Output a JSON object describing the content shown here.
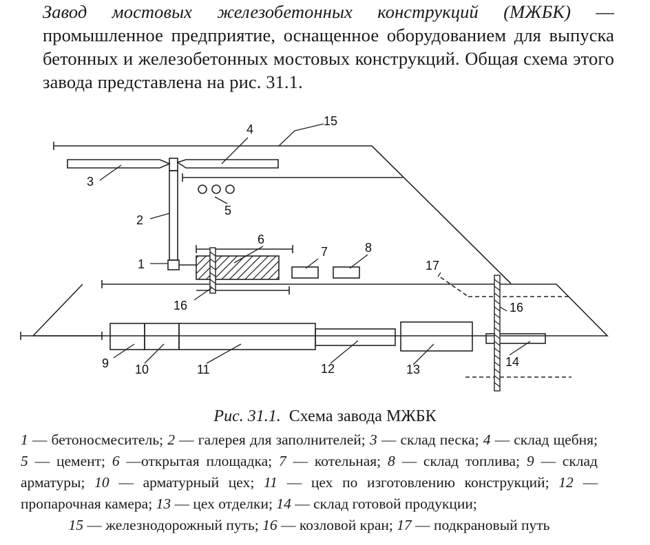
{
  "intro": {
    "term": "Завод мостовых железобетонных конструкций (МЖБК)",
    "text": " — промышленное предприятие, оснащенное оборудованием для выпуска бетонных и железобетонных мостовых конструкций. Общая схема этого завода представлена на рис. 31.1."
  },
  "figure": {
    "labels": {
      "l1": "1",
      "l2": "2",
      "l3": "3",
      "l4": "4",
      "l5": "5",
      "l6": "6",
      "l7": "7",
      "l8": "8",
      "l9": "9",
      "l10": "10",
      "l11": "11",
      "l12": "12",
      "l13": "13",
      "l14": "14",
      "l15": "15",
      "l16a": "16",
      "l16b": "16",
      "l17": "17"
    }
  },
  "caption": {
    "fig_num": "Рис. 31.1.",
    "title": "Схема завода МЖБК"
  },
  "legend": {
    "items": [
      {
        "num": "1",
        "text": " — бетоносмеситель; "
      },
      {
        "num": "2",
        "text": " — галерея для заполнителей; "
      },
      {
        "num": "3",
        "text": " — склад песка; "
      },
      {
        "num": "4",
        "text": " — склад щебня; "
      },
      {
        "num": "5",
        "text": " — цемент; "
      },
      {
        "num": "6",
        "text": " —открытая площадка; "
      },
      {
        "num": "7",
        "text": " — котельная; "
      },
      {
        "num": "8",
        "text": " — склад топлива; "
      },
      {
        "num": "9",
        "text": " — склад арматуры; "
      },
      {
        "num": "10",
        "text": " — арматурный цех; "
      },
      {
        "num": "11",
        "text": " — цех по изготовлению конструкций; "
      },
      {
        "num": "12",
        "text": " — пропарочная камера; "
      },
      {
        "num": "13",
        "text": " — цех отделки; "
      },
      {
        "num": "14",
        "text": " — склад готовой продукции;"
      }
    ],
    "last_items": [
      {
        "num": "15",
        "text": " — железнодорожный путь; "
      },
      {
        "num": "16",
        "text": " — козловой кран; "
      },
      {
        "num": "17",
        "text": " — подкрановый путь"
      }
    ]
  }
}
